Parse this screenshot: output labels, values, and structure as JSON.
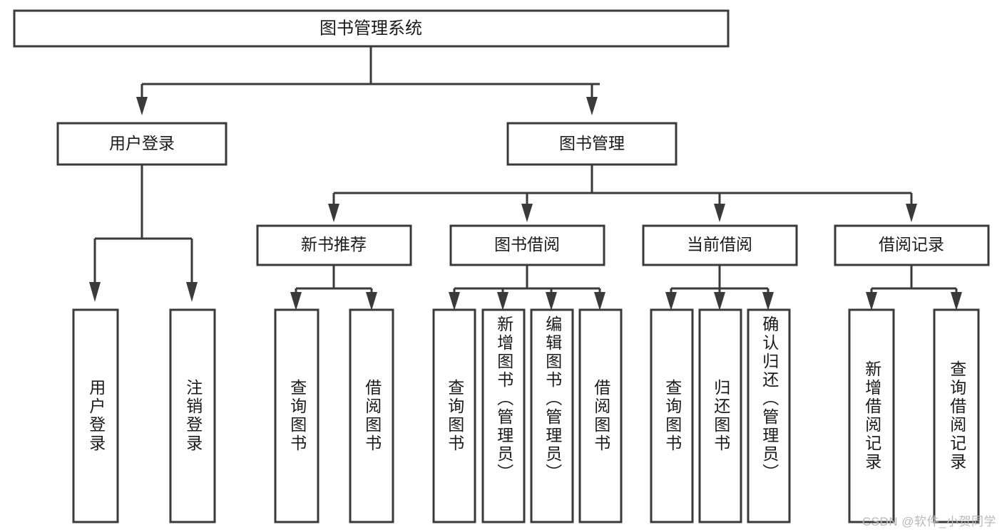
{
  "diagram": {
    "type": "tree-hierarchy",
    "title": "图书管理系统",
    "watermark": "CSDN @软件_小贺同学",
    "colors": {
      "stroke": "#3a3a3a",
      "fill": "#ffffff",
      "text": "#1a1a1a",
      "watermark": "#b9b9b9"
    },
    "nodes": {
      "root": {
        "label": "图书管理系统",
        "level": 1
      },
      "level2": [
        {
          "id": "user-login",
          "label": "用户登录"
        },
        {
          "id": "book-manage",
          "label": "图书管理"
        }
      ],
      "level3": [
        {
          "id": "new-book-recommend",
          "label": "新书推荐",
          "parent": "book-manage"
        },
        {
          "id": "book-borrow",
          "label": "图书借阅",
          "parent": "book-manage"
        },
        {
          "id": "current-borrow",
          "label": "当前借阅",
          "parent": "book-manage"
        },
        {
          "id": "borrow-record",
          "label": "借阅记录",
          "parent": "book-manage"
        }
      ],
      "leaves": [
        {
          "id": "leaf-user-login",
          "label": "用户登录",
          "parent": "user-login"
        },
        {
          "id": "leaf-logout",
          "label": "注销登录",
          "parent": "user-login"
        },
        {
          "id": "leaf-query-book-1",
          "label": "查询图书",
          "parent": "new-book-recommend"
        },
        {
          "id": "leaf-borrow-book-1",
          "label": "借阅图书",
          "parent": "new-book-recommend"
        },
        {
          "id": "leaf-query-book-2",
          "label": "查询图书",
          "parent": "book-borrow"
        },
        {
          "id": "leaf-add-book",
          "label": "新增图书（管理员）",
          "parent": "book-borrow"
        },
        {
          "id": "leaf-edit-book",
          "label": "编辑图书（管理员）",
          "parent": "book-borrow"
        },
        {
          "id": "leaf-borrow-book-2",
          "label": "借阅图书",
          "parent": "book-borrow"
        },
        {
          "id": "leaf-query-book-3",
          "label": "查询图书",
          "parent": "current-borrow"
        },
        {
          "id": "leaf-return-book",
          "label": "归还图书",
          "parent": "current-borrow"
        },
        {
          "id": "leaf-confirm-return",
          "label": "确认归还（管理员）",
          "parent": "current-borrow"
        },
        {
          "id": "leaf-add-record",
          "label": "新增借阅记录",
          "parent": "borrow-record"
        },
        {
          "id": "leaf-query-record",
          "label": "查询借阅记录",
          "parent": "borrow-record"
        }
      ]
    }
  }
}
